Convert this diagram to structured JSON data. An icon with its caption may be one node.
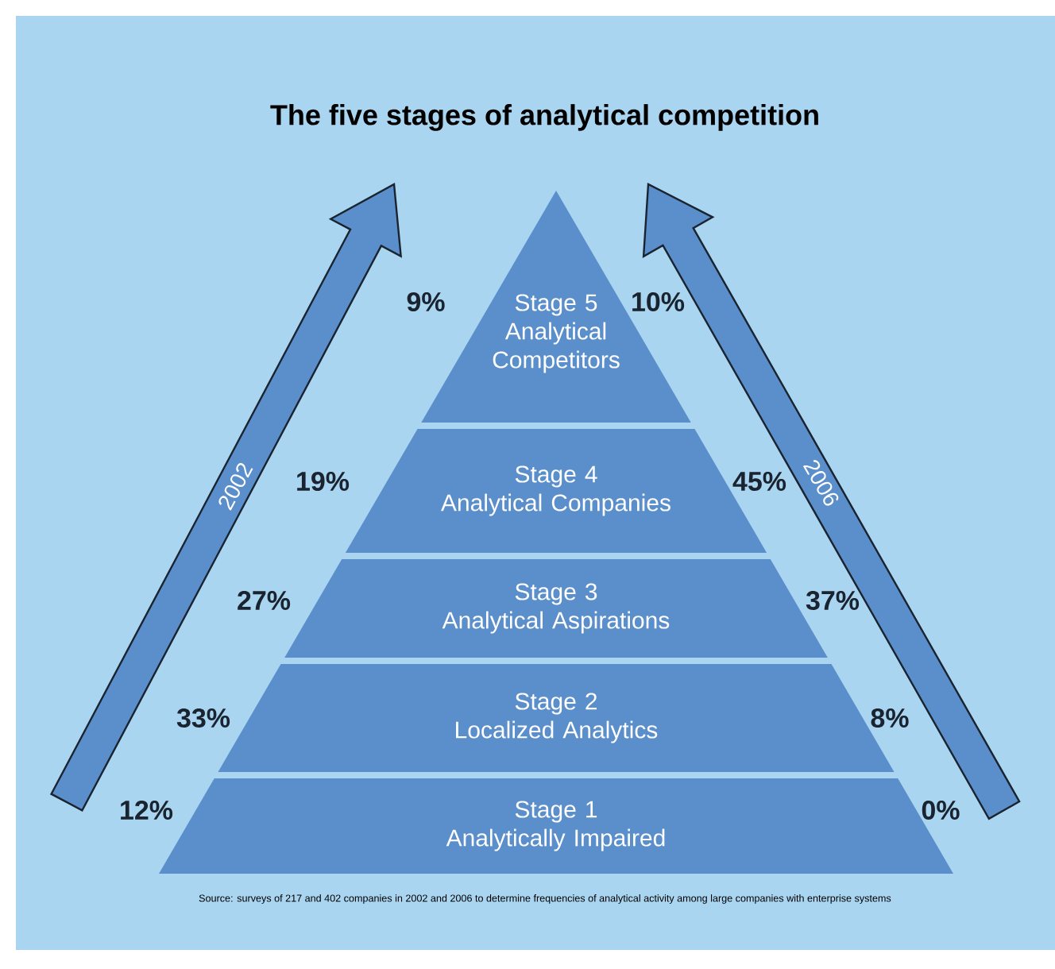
{
  "diagram": {
    "title": "The five stages of analytical competition",
    "caption": "Source: surveys of 217 and 402 companies in 2002 and 2006 to determine frequencies of analytical activity among large companies with enterprise systems",
    "nodes": [
      {
        "text": [
          "Stage 5",
          "Analytical Competitors"
        ],
        "beside": [
          "9%",
          "10%"
        ]
      },
      {
        "text": [
          "Stage 4",
          "Analytical Companies"
        ],
        "beside": [
          "19%",
          "45%"
        ]
      },
      {
        "text": [
          "Stage 3",
          "Analytical Aspirations"
        ],
        "beside": [
          "27%",
          "37%"
        ]
      },
      {
        "text": [
          "Stage 2",
          "Localized Analytics"
        ],
        "beside": [
          "33%",
          "8%"
        ]
      },
      {
        "text": [
          "Stage 1",
          "Analytically Impaired"
        ],
        "beside": [
          "12%",
          "0%"
        ]
      }
    ],
    "labels": [
      "2002",
      "2006"
    ]
  }
}
